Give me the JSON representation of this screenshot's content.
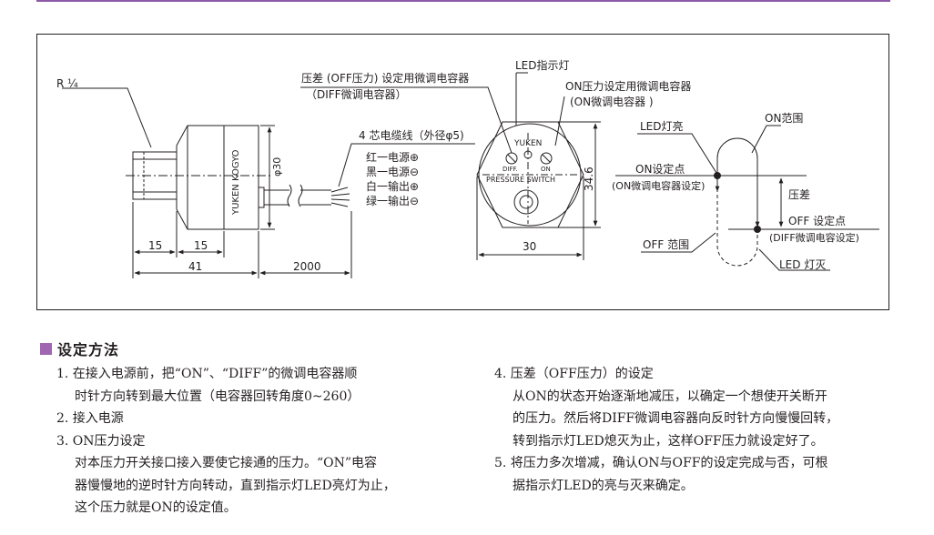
{
  "drawing": {
    "thread_label": "R ¼",
    "brand_vertical": "YUKEN KOGYO",
    "diameter_label": "φ30",
    "dim_15a": "15",
    "dim_15b": "15",
    "dim_41": "41",
    "dim_2000": "2000",
    "cable_title": "4 芯电缆线（外径φ5)",
    "wires": [
      "红一电源⊕",
      "黑一电源⊖",
      "白一输出⊕",
      "绿一输出⊖"
    ],
    "diff_label_line1": "压差 (OFF压力) 设定用微调电容器",
    "diff_label_line2": "（DIFF微调电容器）",
    "led_label": "LED指示灯",
    "on_label_line1": "ON压力设定用微调电容器",
    "on_label_line2": "(ON微调电容器 )",
    "face_brand": "YUKEN",
    "face_diff": "DIFF.",
    "face_on": "ON",
    "face_switch": "PRESSURE SWITCH",
    "dim_34_6": "34.6",
    "dim_30": "30",
    "led_on": "LED灯亮",
    "on_range": "ON范围",
    "on_point": "ON设定点",
    "on_point_sub": "(ON微调电容器设定)",
    "pressure_diff": "压差",
    "off_point": "OFF 设定点",
    "off_point_sub": "(DIFF微调电容设定)",
    "off_range": "OFF 范围",
    "led_off": "LED 灯灭"
  },
  "section": {
    "title": "设定方法",
    "left": [
      {
        "text": "1. 在接入电源前，把“ON”、“DIFF”的微调电容器顺",
        "indent": false
      },
      {
        "text": "时针方向转到最大位置（电容器回转角度0~260）",
        "indent": true
      },
      {
        "text": "2. 接入电源",
        "indent": false
      },
      {
        "text": "3. ON压力设定",
        "indent": false
      },
      {
        "text": "对本压力开关接口接入要使它接通的压力。“ON”电容",
        "indent": true
      },
      {
        "text": "器慢慢地的逆时针方向转动，直到指示灯LED亮灯为止，",
        "indent": true
      },
      {
        "text": "这个压力就是ON的设定值。",
        "indent": true
      }
    ],
    "right": [
      {
        "text": "4. 压差（OFF压力）的设定",
        "indent": false
      },
      {
        "text": "从ON的状态开始逐渐地减压，以确定一个想使开关断开",
        "indent": true
      },
      {
        "text": "的压力。然后将DIFF微调电容器向反时针方向慢慢回转，",
        "indent": true
      },
      {
        "text": "转到指示灯LED熄灭为止，这样OFF压力就设定好了。",
        "indent": true
      },
      {
        "text": "5. 将压力多次增减，确认ON与OFF的设定完成与否，可根",
        "indent": false
      },
      {
        "text": "据指示灯LED的亮与灭来确定。",
        "indent": true
      }
    ]
  },
  "colors": {
    "accent": "#8e5aa8",
    "marker": "#a066b2",
    "ink": "#231f20"
  }
}
